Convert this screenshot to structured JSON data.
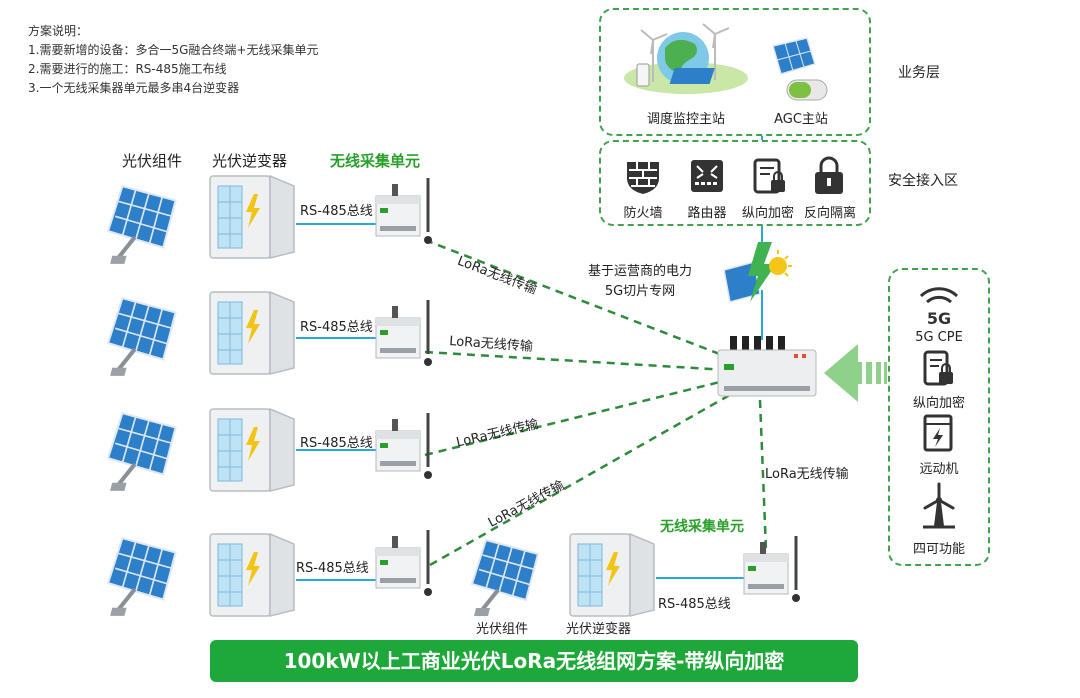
{
  "notes": {
    "title": "方案说明：",
    "items": [
      "1.需要新增的设备：多合一5G融合终端+无线采集单元",
      "2.需要进行的施工：RS-485施工布线",
      "3.一个无线采集器单元最多串4台逆变器"
    ]
  },
  "headers": {
    "pv_module": "光伏组件",
    "inverter": "光伏逆变器",
    "collector": "无线采集单元"
  },
  "rs485": "RS-485总线",
  "lora": "LoRa无线传输",
  "business": {
    "layer": "业务层",
    "items": [
      {
        "label": "调度监控主站"
      },
      {
        "label": "AGC主站"
      }
    ]
  },
  "security": {
    "layer": "安全接入区",
    "items": [
      {
        "label": "防火墙",
        "icon": "firewall-icon"
      },
      {
        "label": "路由器",
        "icon": "router-icon"
      },
      {
        "label": "纵向加密",
        "icon": "encryption-icon"
      },
      {
        "label": "反向隔离",
        "icon": "lock-icon"
      }
    ]
  },
  "slice": {
    "line1": "基于运营商的电力",
    "line2": "5G切片专网"
  },
  "terminal": {
    "items": [
      {
        "label": "5G CPE",
        "icon": "5g-wifi-icon",
        "badge": "5G"
      },
      {
        "label": "纵向加密",
        "icon": "encryption-icon"
      },
      {
        "label": "远动机",
        "icon": "telecontrol-icon"
      },
      {
        "label": "四可功能",
        "icon": "wind-turbine-icon"
      }
    ]
  },
  "bottom": {
    "collector": "无线采集单元",
    "pv_module": "光伏组件",
    "inverter": "光伏逆变器"
  },
  "banner": "100kW以上工商业光伏LoRa无线组网方案-带纵向加密",
  "colors": {
    "green": "#1fa83a",
    "blue": "#29a8d8",
    "dash": "#3fa34d"
  }
}
